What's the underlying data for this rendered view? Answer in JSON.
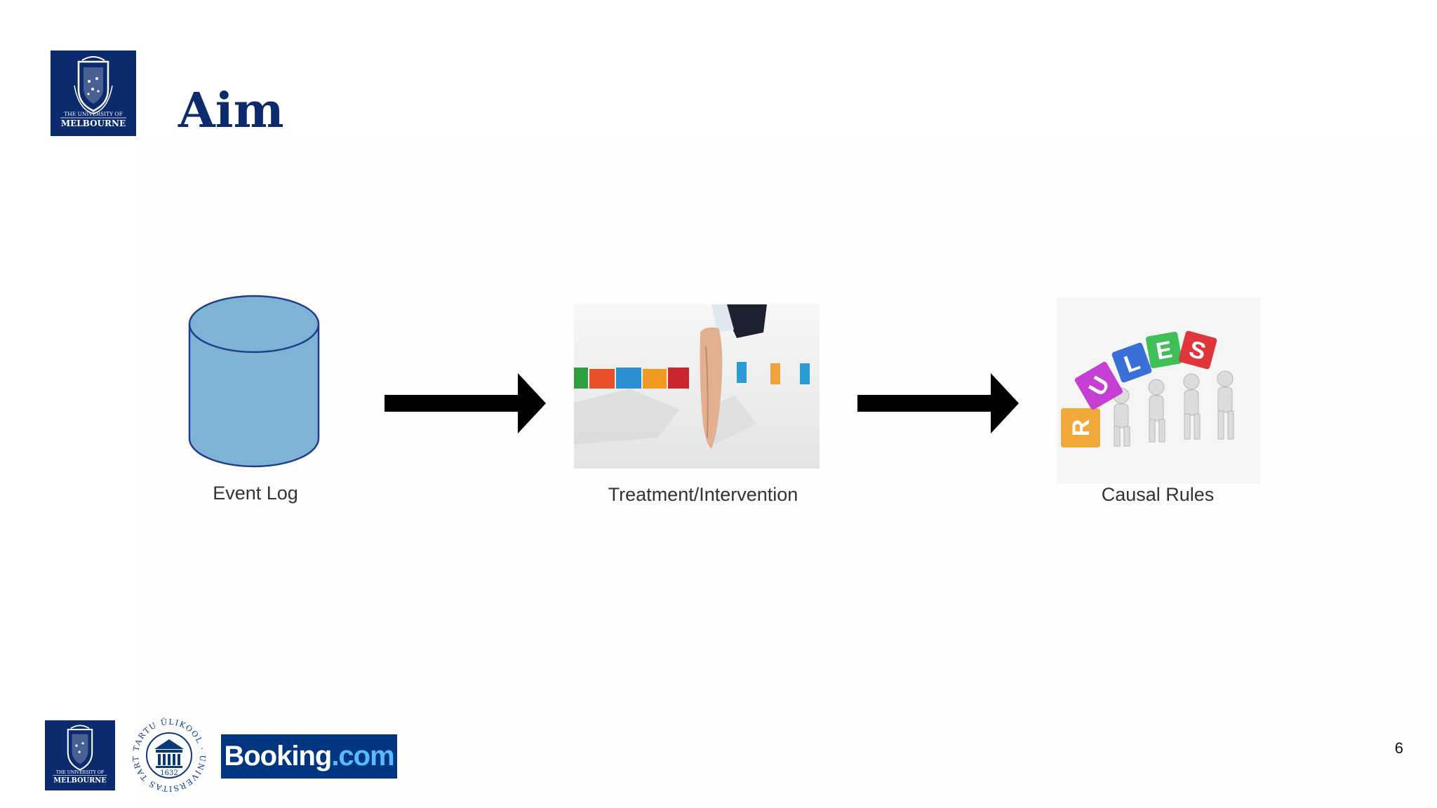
{
  "slide": {
    "title": "Aim",
    "page_number": "6"
  },
  "flow": {
    "nodes": [
      {
        "label": "Event Log",
        "icon": "database-cylinder-icon",
        "fill": "#7fb3d5",
        "stroke": "#1f3f8a"
      },
      {
        "label": "Treatment/Intervention",
        "icon": "hand-blocking-dominoes-image"
      },
      {
        "label": "Causal Rules",
        "icon": "rules-blocks-people-image"
      }
    ],
    "arrow_color": "#000000"
  },
  "branding": {
    "top_logo": {
      "name": "university-of-melbourne-logo",
      "text_line1": "THE UNIVERSITY OF",
      "text_line2": "MELBOURNE",
      "color": "#0b2b6e"
    },
    "footer_logos": [
      {
        "name": "university-of-melbourne-logo",
        "text_line1": "THE UNIVERSITY OF",
        "text_line2": "MELBOURNE",
        "color": "#0b2b6e"
      },
      {
        "name": "university-of-tartu-seal",
        "outer_text": "TARTU ÜLIKOOL · UNIVERSITAS TARTUENSIS",
        "year": "1632",
        "color": "#0b3a7a"
      },
      {
        "name": "booking-com-logo",
        "text_main": "Booking",
        "text_dot": ".com",
        "color": "#003580"
      }
    ]
  },
  "colors": {
    "title": "#0b2b6e",
    "background": "#ffffff"
  }
}
